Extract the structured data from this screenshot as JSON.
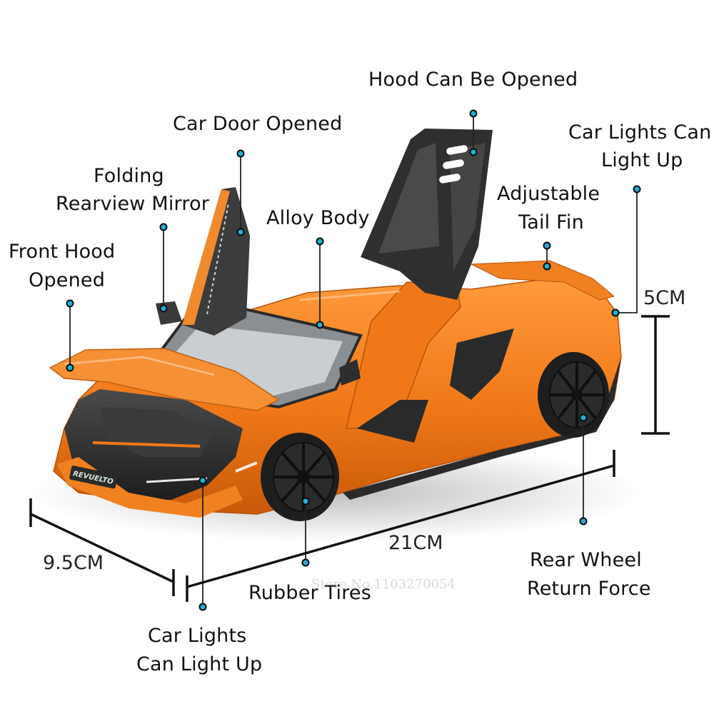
{
  "product": {
    "subject": "Orange die-cast sports car model",
    "badge_text": "REVUELTO",
    "body_color": "#f07818",
    "trim_color": "#2b2b2b",
    "callout_dot_color": "#1fb0d4"
  },
  "callouts": [
    {
      "id": "hood",
      "label": "Hood Can Be Opened"
    },
    {
      "id": "door",
      "label": "Car Door Opened"
    },
    {
      "id": "lights_rear_1",
      "label": "Car Lights Can"
    },
    {
      "id": "lights_rear_2",
      "label": "Light Up"
    },
    {
      "id": "mirror_1",
      "label": "Folding"
    },
    {
      "id": "mirror_2",
      "label": "Rearview Mirror"
    },
    {
      "id": "alloy",
      "label": "Alloy Body"
    },
    {
      "id": "tailfin_1",
      "label": "Adjustable"
    },
    {
      "id": "tailfin_2",
      "label": "Tail Fin"
    },
    {
      "id": "fronthood_1",
      "label": "Front Hood"
    },
    {
      "id": "fronthood_2",
      "label": "Opened"
    },
    {
      "id": "tires",
      "label": "Rubber Tires"
    },
    {
      "id": "rearwheel_1",
      "label": "Rear Wheel"
    },
    {
      "id": "rearwheel_2",
      "label": "Return Force"
    },
    {
      "id": "lights_front_1",
      "label": "Car Lights"
    },
    {
      "id": "lights_front_2",
      "label": "Can Light Up"
    }
  ],
  "dimensions": {
    "height": "5CM",
    "length": "21CM",
    "width": "9.5CM"
  },
  "watermark": "Store No.1103270054"
}
